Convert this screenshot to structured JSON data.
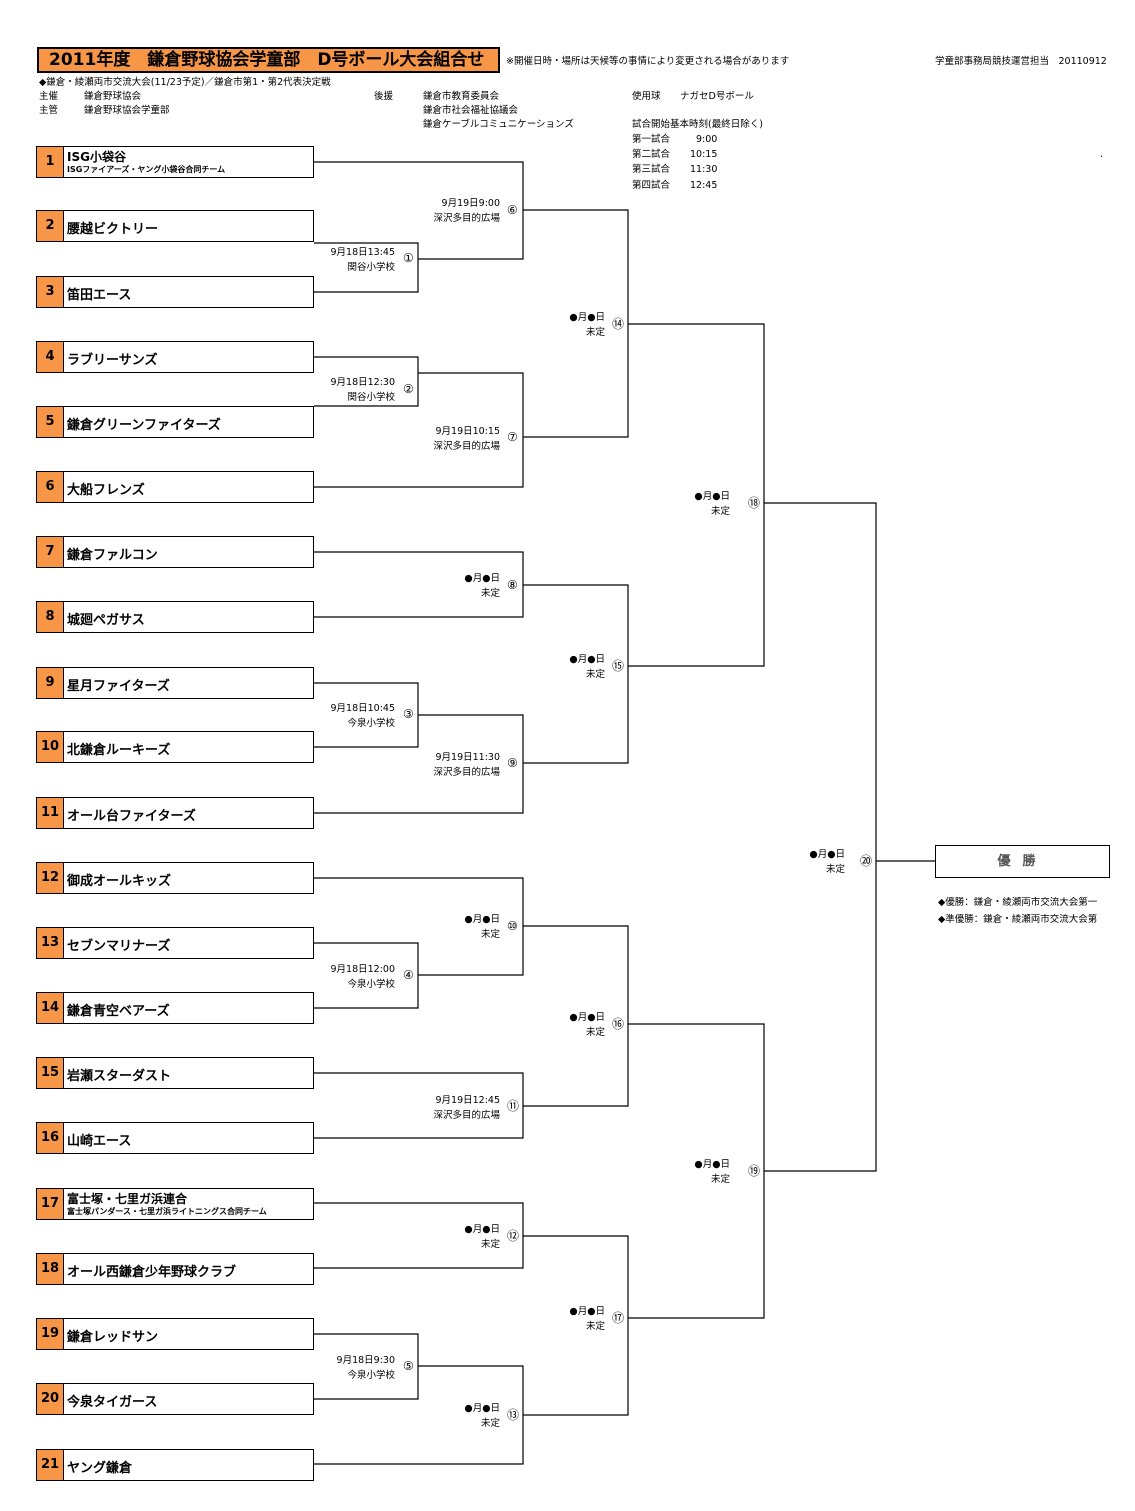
{
  "header": {
    "title": "2011年度　鎌倉野球協会学童部　D号ボール大会組合せ",
    "notice": "※開催日時・場所は天候等の事情により変更される場合があります",
    "office": "学童部事務局競技運営担当　20110912",
    "event_line": "◆鎌倉・綾瀬両市交流大会(11/23予定)／鎌倉市第1・第2代表決定戦",
    "organizer_label": "主催",
    "organizer": "鎌倉野球協会",
    "manager_label": "主管",
    "manager": "鎌倉野球協会学童部",
    "support_label": "後援",
    "supporters": [
      "鎌倉市教育委員会",
      "鎌倉市社会福祉協議会",
      "鎌倉ケーブルコミュニケーションズ"
    ],
    "ball_label": "使用球",
    "ball": "ナガセD号ボール",
    "start_title": "試合開始基本時刻(最終日除く)",
    "start_times": [
      {
        "label": "第一試合",
        "time": "9:00"
      },
      {
        "label": "第二試合",
        "time": "10:15"
      },
      {
        "label": "第三試合",
        "time": "11:30"
      },
      {
        "label": "第四試合",
        "time": "12:45"
      }
    ],
    "dot": "."
  },
  "teams": [
    {
      "num": "1",
      "name": "ISG小袋谷",
      "sub": "ISGファイアーズ・ヤング小袋谷合同チーム"
    },
    {
      "num": "2",
      "name": "腰越ビクトリー"
    },
    {
      "num": "3",
      "name": "笛田エース"
    },
    {
      "num": "4",
      "name": "ラブリーサンズ"
    },
    {
      "num": "5",
      "name": "鎌倉グリーンファイターズ"
    },
    {
      "num": "6",
      "name": "大船フレンズ"
    },
    {
      "num": "7",
      "name": "鎌倉ファルコン"
    },
    {
      "num": "8",
      "name": "城廻ペガサス"
    },
    {
      "num": "9",
      "name": "星月ファイターズ"
    },
    {
      "num": "10",
      "name": "北鎌倉ルーキーズ"
    },
    {
      "num": "11",
      "name": "オール台ファイターズ"
    },
    {
      "num": "12",
      "name": "御成オールキッズ"
    },
    {
      "num": "13",
      "name": "セブンマリナーズ"
    },
    {
      "num": "14",
      "name": "鎌倉青空ベアーズ"
    },
    {
      "num": "15",
      "name": "岩瀬スターダスト"
    },
    {
      "num": "16",
      "name": "山崎エース"
    },
    {
      "num": "17",
      "name": "富士塚・七里ガ浜連合",
      "sub": "富士塚パンダース・七里ガ浜ライトニングス合同チーム"
    },
    {
      "num": "18",
      "name": "オール西鎌倉少年野球クラブ"
    },
    {
      "num": "19",
      "name": "鎌倉レッドサン"
    },
    {
      "num": "20",
      "name": "今泉タイガース"
    },
    {
      "num": "21",
      "name": "ヤング鎌倉"
    }
  ],
  "matches": [
    {
      "num": "①",
      "date": "9月18日13:45",
      "venue": "関谷小学校"
    },
    {
      "num": "②",
      "date": "9月18日12:30",
      "venue": "関谷小学校"
    },
    {
      "num": "③",
      "date": "9月18日10:45",
      "venue": "今泉小学校"
    },
    {
      "num": "④",
      "date": "9月18日12:00",
      "venue": "今泉小学校"
    },
    {
      "num": "⑤",
      "date": "9月18日9:30",
      "venue": "今泉小学校"
    },
    {
      "num": "⑥",
      "date": "9月19日9:00",
      "venue": "深沢多目的広場"
    },
    {
      "num": "⑦",
      "date": "9月19日10:15",
      "venue": "深沢多目的広場"
    },
    {
      "num": "⑧",
      "date": "●月●日",
      "venue": "未定"
    },
    {
      "num": "⑨",
      "date": "9月19日11:30",
      "venue": "深沢多目的広場"
    },
    {
      "num": "⑩",
      "date": "●月●日",
      "venue": "未定"
    },
    {
      "num": "⑪",
      "date": "9月19日12:45",
      "venue": "深沢多目的広場"
    },
    {
      "num": "⑫",
      "date": "●月●日",
      "venue": "未定"
    },
    {
      "num": "⑬",
      "date": "●月●日",
      "venue": "未定"
    },
    {
      "num": "⑭",
      "date": "●月●日",
      "venue": "未定"
    },
    {
      "num": "⑮",
      "date": "●月●日",
      "venue": "未定"
    },
    {
      "num": "⑯",
      "date": "●月●日",
      "venue": "未定"
    },
    {
      "num": "⑰",
      "date": "●月●日",
      "venue": "未定"
    },
    {
      "num": "⑱",
      "date": "●月●日",
      "venue": "未定"
    },
    {
      "num": "⑲",
      "date": "●月●日",
      "venue": "未定"
    },
    {
      "num": "⑳",
      "date": "●月●日",
      "venue": "未定"
    }
  ],
  "final": {
    "winner_label": "優勝",
    "notes": [
      "◆優勝：鎌倉・綾瀬両市交流大会第一",
      "◆準優勝：鎌倉・綾瀬両市交流大会第"
    ]
  }
}
